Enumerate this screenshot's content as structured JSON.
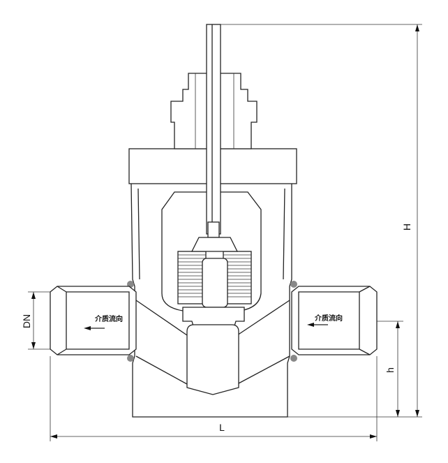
{
  "drawing": {
    "labels": {
      "dn": "DN",
      "flow_left": "介质流向",
      "flow_right": "介质流向",
      "height_total": "H",
      "height_center": "h",
      "length": "L"
    }
  }
}
